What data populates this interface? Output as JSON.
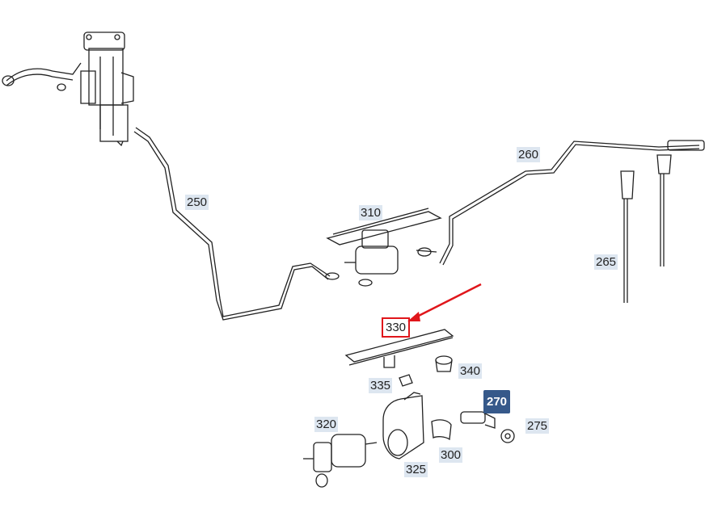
{
  "diagram": {
    "highlight_color": "#e0161b",
    "active_color": "#36598a",
    "callouts": [
      {
        "id": "250",
        "label": "250"
      },
      {
        "id": "260",
        "label": "260"
      },
      {
        "id": "265",
        "label": "265"
      },
      {
        "id": "310",
        "label": "310"
      },
      {
        "id": "330",
        "label": "330",
        "highlighted": true
      },
      {
        "id": "335",
        "label": "335"
      },
      {
        "id": "340",
        "label": "340"
      },
      {
        "id": "270",
        "label": "270",
        "active": true
      },
      {
        "id": "275",
        "label": "275"
      },
      {
        "id": "320",
        "label": "320"
      },
      {
        "id": "325",
        "label": "325"
      },
      {
        "id": "300",
        "label": "300"
      }
    ]
  }
}
